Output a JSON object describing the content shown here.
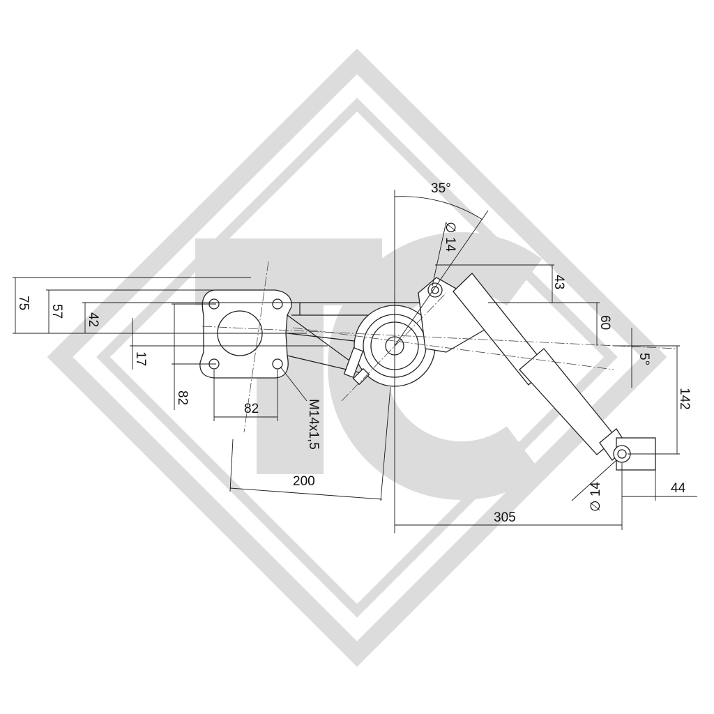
{
  "watermark": {
    "logo_text": "TC",
    "color": "#dcdcdc"
  },
  "dimensions": {
    "angle_35": "35°",
    "dia_14_top": "∅ 14",
    "d43": "43",
    "d60": "60",
    "angle_5": "5°",
    "d142": "142",
    "dia_14_bottom": "∅ 14",
    "d44": "44",
    "d305": "305",
    "d200": "200",
    "d82_horizontal": "82",
    "d82_vertical": "82",
    "thread": "M14x1,5",
    "d75": "75",
    "d57": "57",
    "d42": "42",
    "d17": "17"
  },
  "colors": {
    "line": "#1a1a1a",
    "watermark": "#dcdcdc",
    "background": "#ffffff"
  }
}
